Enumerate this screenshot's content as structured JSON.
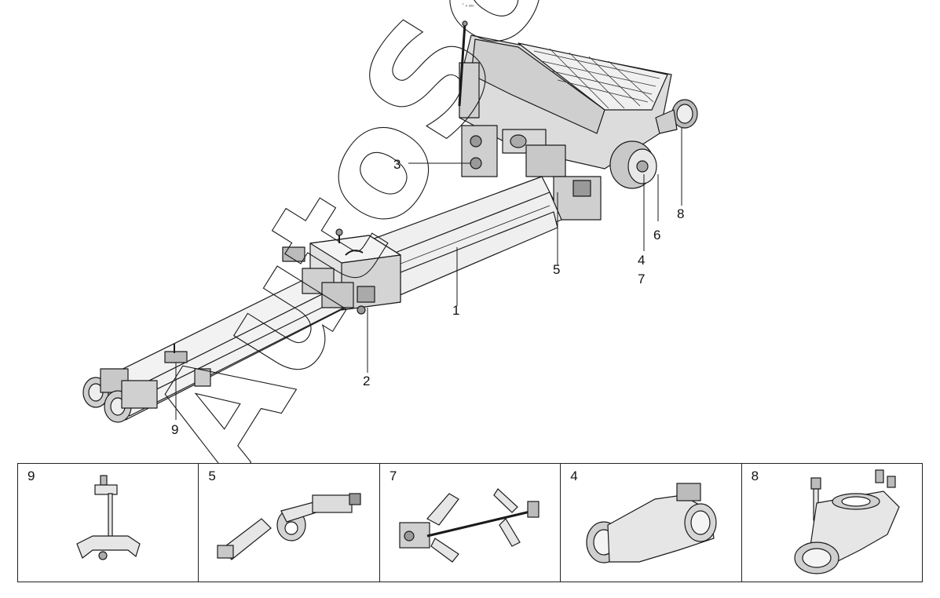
{
  "header_mark": "⁼ ₒ ₒₒₒ",
  "callouts": [
    "3",
    "8",
    "6",
    "4",
    "7",
    "5",
    "1",
    "2",
    "9"
  ],
  "panels": [
    {
      "label": "9"
    },
    {
      "label": "5"
    },
    {
      "label": "7"
    },
    {
      "label": "4"
    },
    {
      "label": "8"
    }
  ],
  "watermark_text": "AutoSoft",
  "colors": {
    "line": "#1a1a1a",
    "fill": "#d9d9d9",
    "dark": "#555555",
    "light": "#f2f2f2"
  }
}
